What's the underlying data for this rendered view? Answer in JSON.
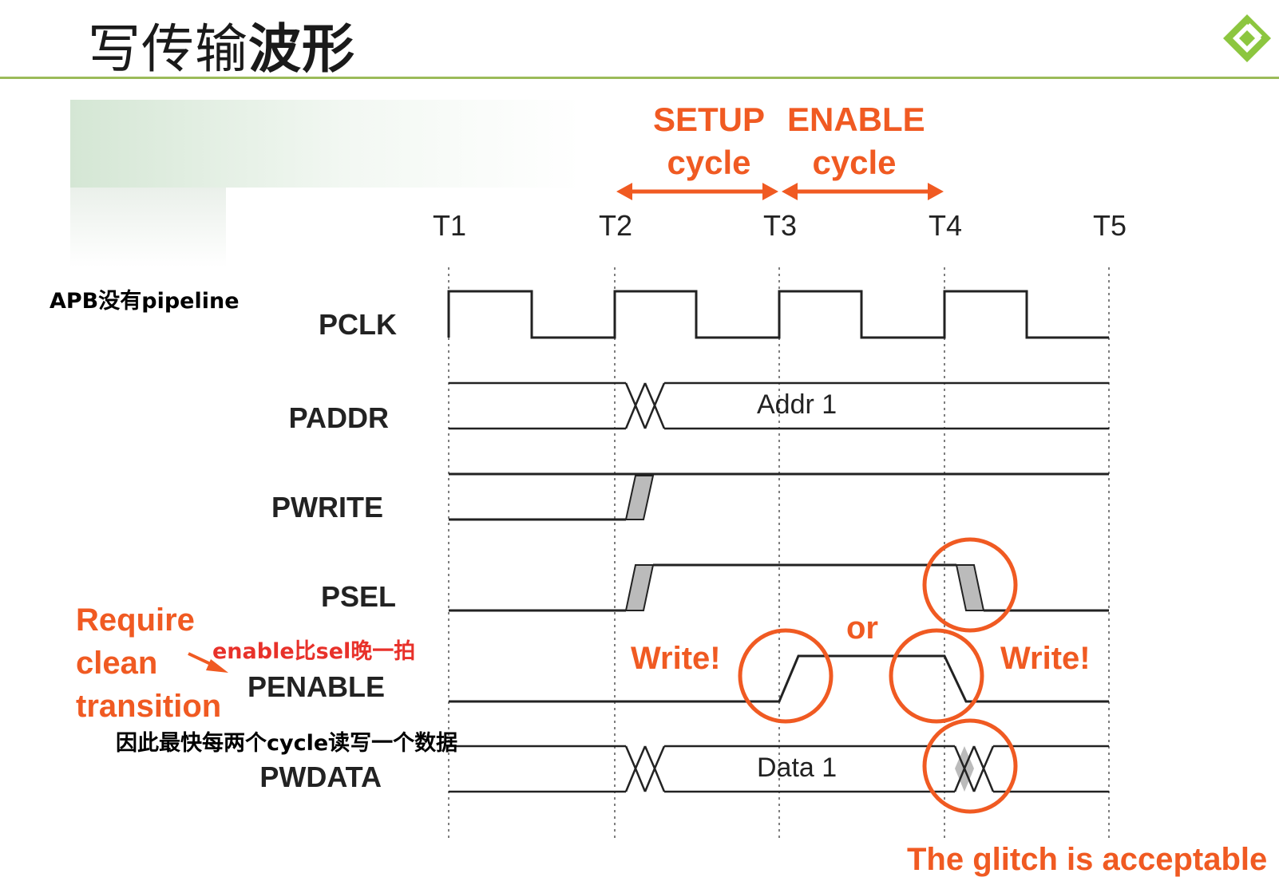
{
  "title": {
    "normal": "写传输",
    "bold": "波形"
  },
  "notes": {
    "no_pipeline": "APB没有pipeline",
    "enable_late": "enable比sel晚一拍",
    "throughput": "因此最快每两个cycle读写一个数据"
  },
  "phases": {
    "setup_line1": "SETUP",
    "setup_line2": "cycle",
    "enable_line1": "ENABLE",
    "enable_line2": "cycle"
  },
  "ticks": [
    "T1",
    "T2",
    "T3",
    "T4",
    "T5"
  ],
  "signals": [
    "PCLK",
    "PADDR",
    "PWRITE",
    "PSEL",
    "PENABLE",
    "PWDATA"
  ],
  "bus_values": {
    "paddr": "Addr 1",
    "pwdata": "Data 1"
  },
  "annotations": {
    "require_1": "Require",
    "require_2": "clean",
    "require_3": "transition",
    "write_left": "Write!",
    "write_right": "Write!",
    "or": "or",
    "glitch": "The glitch is acceptable"
  },
  "colors": {
    "accent_orange": "#f05a22",
    "note_red": "#e8312a",
    "rule_green": "#9bbb59"
  }
}
